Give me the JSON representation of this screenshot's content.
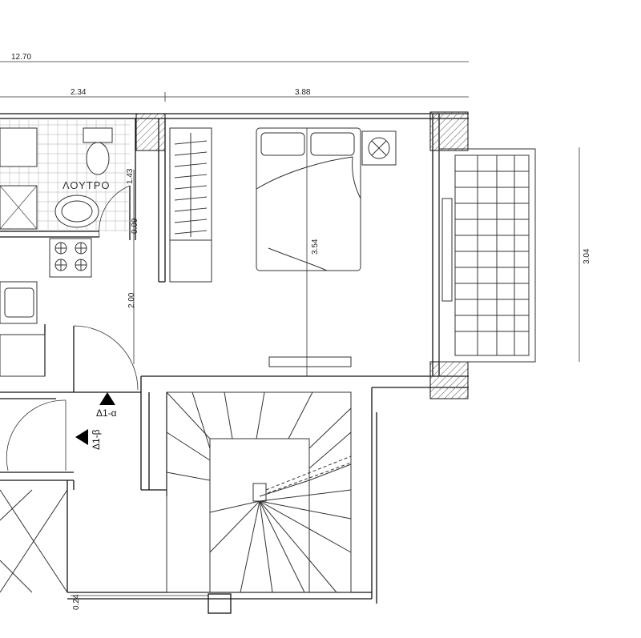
{
  "dimensions": {
    "overall_width": "12.70",
    "segment_left": "2.34",
    "segment_right": "3.88",
    "balcony_height": "3.04",
    "bedroom_depth": "3.54",
    "bath_height": "1.43",
    "small_height": "0.09",
    "corridor_height": "2.00",
    "bottom_offset": "0.24"
  },
  "rooms": {
    "bathroom_label": "ΛΟΥΤΡΟ"
  },
  "markers": {
    "door_a": "Δ1-α",
    "door_b": "Δ1-β"
  }
}
